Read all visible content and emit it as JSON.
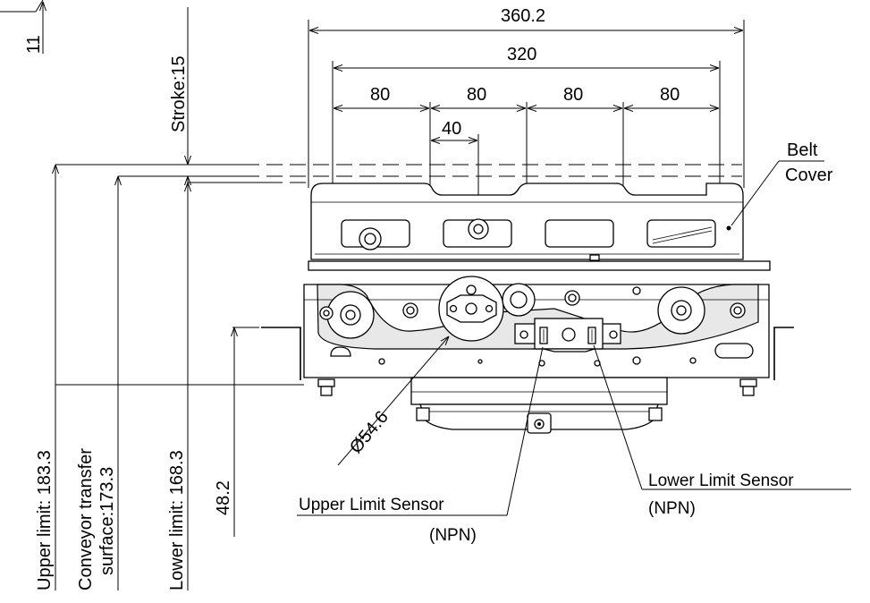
{
  "dimensions": {
    "overall_width": "360.2",
    "pitch_total": "320",
    "pitch_1": "80",
    "pitch_2": "80",
    "pitch_3": "80",
    "pitch_4": "80",
    "offset": "40",
    "top_offset": "11",
    "stroke": "Stroke:15",
    "upper_limit": "Upper limit: 183.3",
    "transfer_line1": "Conveyor transfer",
    "transfer_line2": "surface:173.3",
    "lower_limit": "Lower limit: 168.3",
    "base_height": "48.2",
    "roller_diameter": "Ø54.6"
  },
  "callouts": {
    "belt_cover_line1": "Belt",
    "belt_cover_line2": "Cover",
    "upper_sensor": "Upper Limit Sensor",
    "upper_sensor_type": "(NPN)",
    "lower_sensor": "Lower Limit Sensor",
    "lower_sensor_type": "(NPN)"
  }
}
